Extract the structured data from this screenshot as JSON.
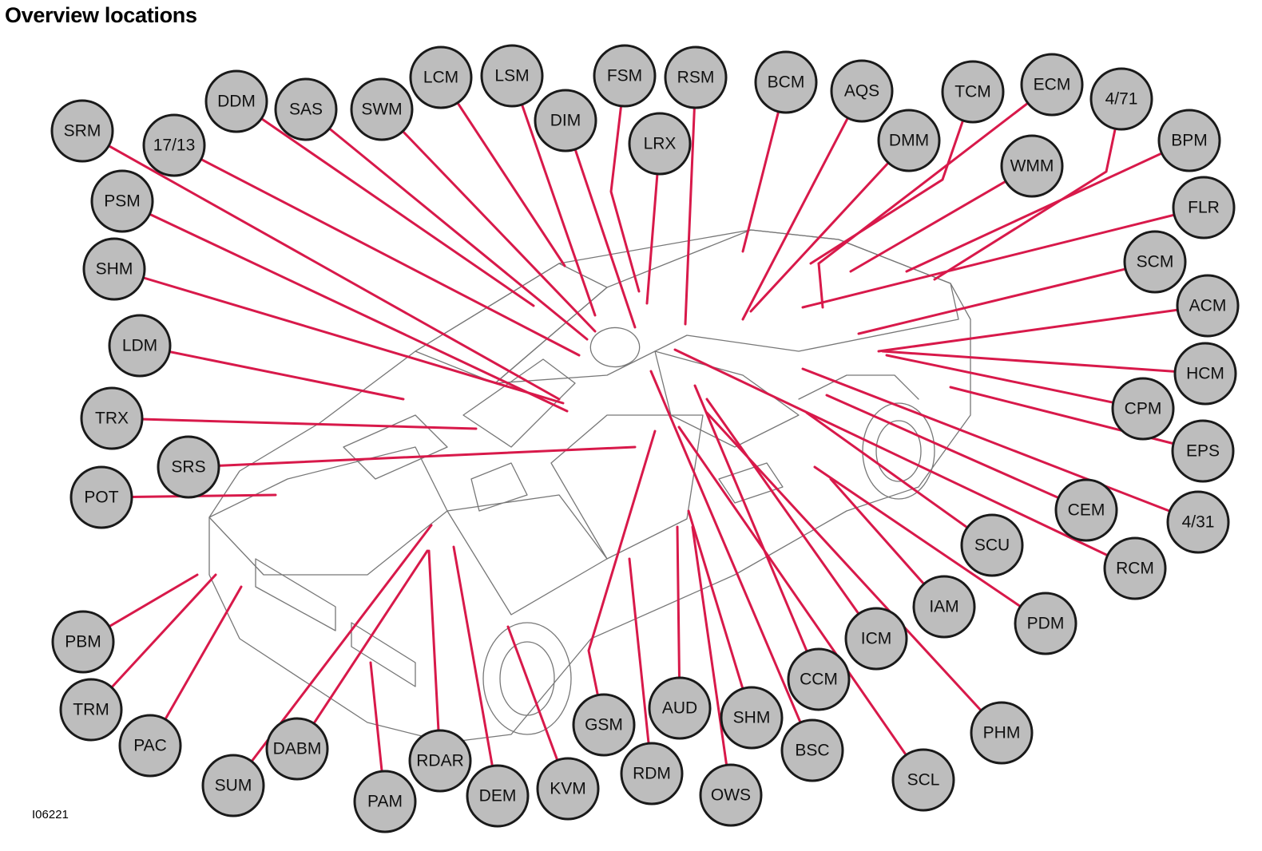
{
  "title": "Overview locations",
  "figure_id": "I06221",
  "colors": {
    "leader": "#d8194a",
    "bubble_fill": "#bdbdbd",
    "bubble_stroke": "#1a1a1a"
  },
  "modules": [
    {
      "id": "LCM",
      "label": "LCM"
    },
    {
      "id": "LSM",
      "label": "LSM"
    },
    {
      "id": "FSM",
      "label": "FSM"
    },
    {
      "id": "RSM",
      "label": "RSM"
    },
    {
      "id": "BCM",
      "label": "BCM"
    },
    {
      "id": "AQS",
      "label": "AQS"
    },
    {
      "id": "TCM",
      "label": "TCM"
    },
    {
      "id": "ECM",
      "label": "ECM"
    },
    {
      "id": "4-71",
      "label": "4/71"
    },
    {
      "id": "DDM",
      "label": "DDM"
    },
    {
      "id": "SAS",
      "label": "SAS"
    },
    {
      "id": "SWM",
      "label": "SWM"
    },
    {
      "id": "DIM",
      "label": "DIM"
    },
    {
      "id": "LRX",
      "label": "LRX"
    },
    {
      "id": "DMM",
      "label": "DMM"
    },
    {
      "id": "WMM",
      "label": "WMM"
    },
    {
      "id": "BPM",
      "label": "BPM"
    },
    {
      "id": "SRM",
      "label": "SRM"
    },
    {
      "id": "17-13",
      "label": "17/13"
    },
    {
      "id": "PSM",
      "label": "PSM"
    },
    {
      "id": "FLR",
      "label": "FLR"
    },
    {
      "id": "SHM-left",
      "label": "SHM"
    },
    {
      "id": "SCM",
      "label": "SCM"
    },
    {
      "id": "ACM",
      "label": "ACM"
    },
    {
      "id": "LDM",
      "label": "LDM"
    },
    {
      "id": "HCM",
      "label": "HCM"
    },
    {
      "id": "TRX",
      "label": "TRX"
    },
    {
      "id": "CPM",
      "label": "CPM"
    },
    {
      "id": "SRS",
      "label": "SRS"
    },
    {
      "id": "EPS",
      "label": "EPS"
    },
    {
      "id": "POT",
      "label": "POT"
    },
    {
      "id": "CEM",
      "label": "CEM"
    },
    {
      "id": "4-31",
      "label": "4/31"
    },
    {
      "id": "SCU",
      "label": "SCU"
    },
    {
      "id": "RCM",
      "label": "RCM"
    },
    {
      "id": "IAM",
      "label": "IAM"
    },
    {
      "id": "PDM",
      "label": "PDM"
    },
    {
      "id": "PBM",
      "label": "PBM"
    },
    {
      "id": "ICM",
      "label": "ICM"
    },
    {
      "id": "CCM",
      "label": "CCM"
    },
    {
      "id": "TRM",
      "label": "TRM"
    },
    {
      "id": "PAC",
      "label": "PAC"
    },
    {
      "id": "PHM",
      "label": "PHM"
    },
    {
      "id": "AUD",
      "label": "AUD"
    },
    {
      "id": "SHM-bottom",
      "label": "SHM"
    },
    {
      "id": "GSM",
      "label": "GSM"
    },
    {
      "id": "BSC",
      "label": "BSC"
    },
    {
      "id": "DABM",
      "label": "DABM"
    },
    {
      "id": "RDAR",
      "label": "RDAR"
    },
    {
      "id": "SUM",
      "label": "SUM"
    },
    {
      "id": "RDM",
      "label": "RDM"
    },
    {
      "id": "SCL",
      "label": "SCL"
    },
    {
      "id": "KVM",
      "label": "KVM"
    },
    {
      "id": "DEM",
      "label": "DEM"
    },
    {
      "id": "OWS",
      "label": "OWS"
    },
    {
      "id": "PAM",
      "label": "PAM"
    }
  ]
}
